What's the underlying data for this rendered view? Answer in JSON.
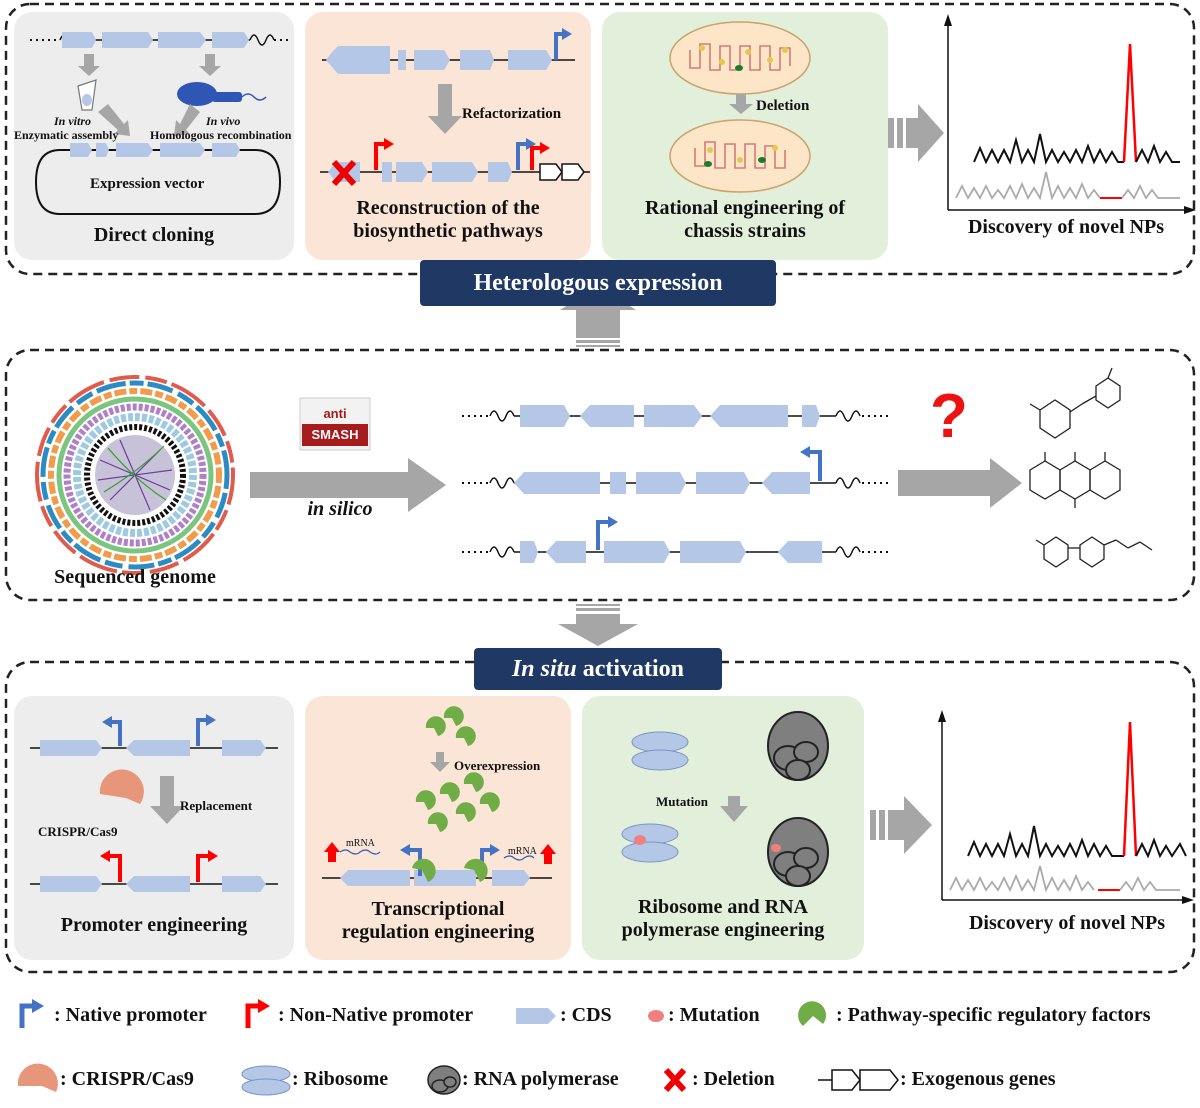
{
  "heterologous": {
    "banner": "Heterologous expression",
    "direct_cloning": {
      "title": "Direct cloning",
      "in_vitro_italic": "In vitro",
      "in_vitro_label": "Enzymatic assembly",
      "in_vivo_italic": "In vivo",
      "in_vivo_label": "Homologous recombination",
      "vector_label": "Expression  vector"
    },
    "reconstruction": {
      "title_line1": "Reconstruction of the",
      "title_line2": "biosynthetic pathways",
      "step_label": "Refactorization"
    },
    "chassis": {
      "title_line1": "Rational engineering of",
      "title_line2": "chassis strains",
      "step_label": "Deletion"
    },
    "discovery": {
      "title": "Discovery of novel NPs"
    }
  },
  "genome": {
    "title": "Sequenced genome",
    "antismash_top": "anti",
    "antismash_bottom": "SMASH",
    "in_silico": "in silico",
    "question_mark": "?"
  },
  "insitu": {
    "banner_italic": "In situ",
    "banner_rest": " activation",
    "promoter": {
      "title": "Promoter engineering",
      "replacement_label": "Replacement",
      "crispr_label": "CRISPR/Cas9"
    },
    "transcriptional": {
      "title_line1": "Transcriptional",
      "title_line2": "regulation engineering",
      "overexpression_label": "Overexpression",
      "mrna_left": "mRNA",
      "mrna_right": "mRNA"
    },
    "ribosome": {
      "title_line1": "Ribosome and  RNA",
      "title_line2": "polymerase engineering",
      "mutation_label": "Mutation"
    },
    "discovery": {
      "title": "Discovery of novel NPs"
    }
  },
  "legend": {
    "native_promoter": ": Native promoter",
    "non_native_promoter": ": Non-Native promoter",
    "cds": ": CDS",
    "mutation": ": Mutation",
    "regulatory_factors": ": Pathway-specific regulatory factors",
    "crispr": ": CRISPR/Cas9",
    "ribosome": ": Ribosome",
    "rna_polymerase": ": RNA polymerase",
    "deletion": ": Deletion",
    "exogenous": ": Exogenous genes"
  },
  "colors": {
    "cds": "#b4c7e7",
    "native_promoter": "#4472c4",
    "non_native_promoter": "#ff0000",
    "banner": "#1f3864",
    "arrow_gray": "#a6a6a6",
    "panel_gray": "#ededed",
    "panel_peach": "#fbe5d6",
    "panel_green": "#e2efda",
    "regulator_green": "#70ad47",
    "crispr": "#e8967a",
    "chrom_peak": "#ff0000"
  }
}
